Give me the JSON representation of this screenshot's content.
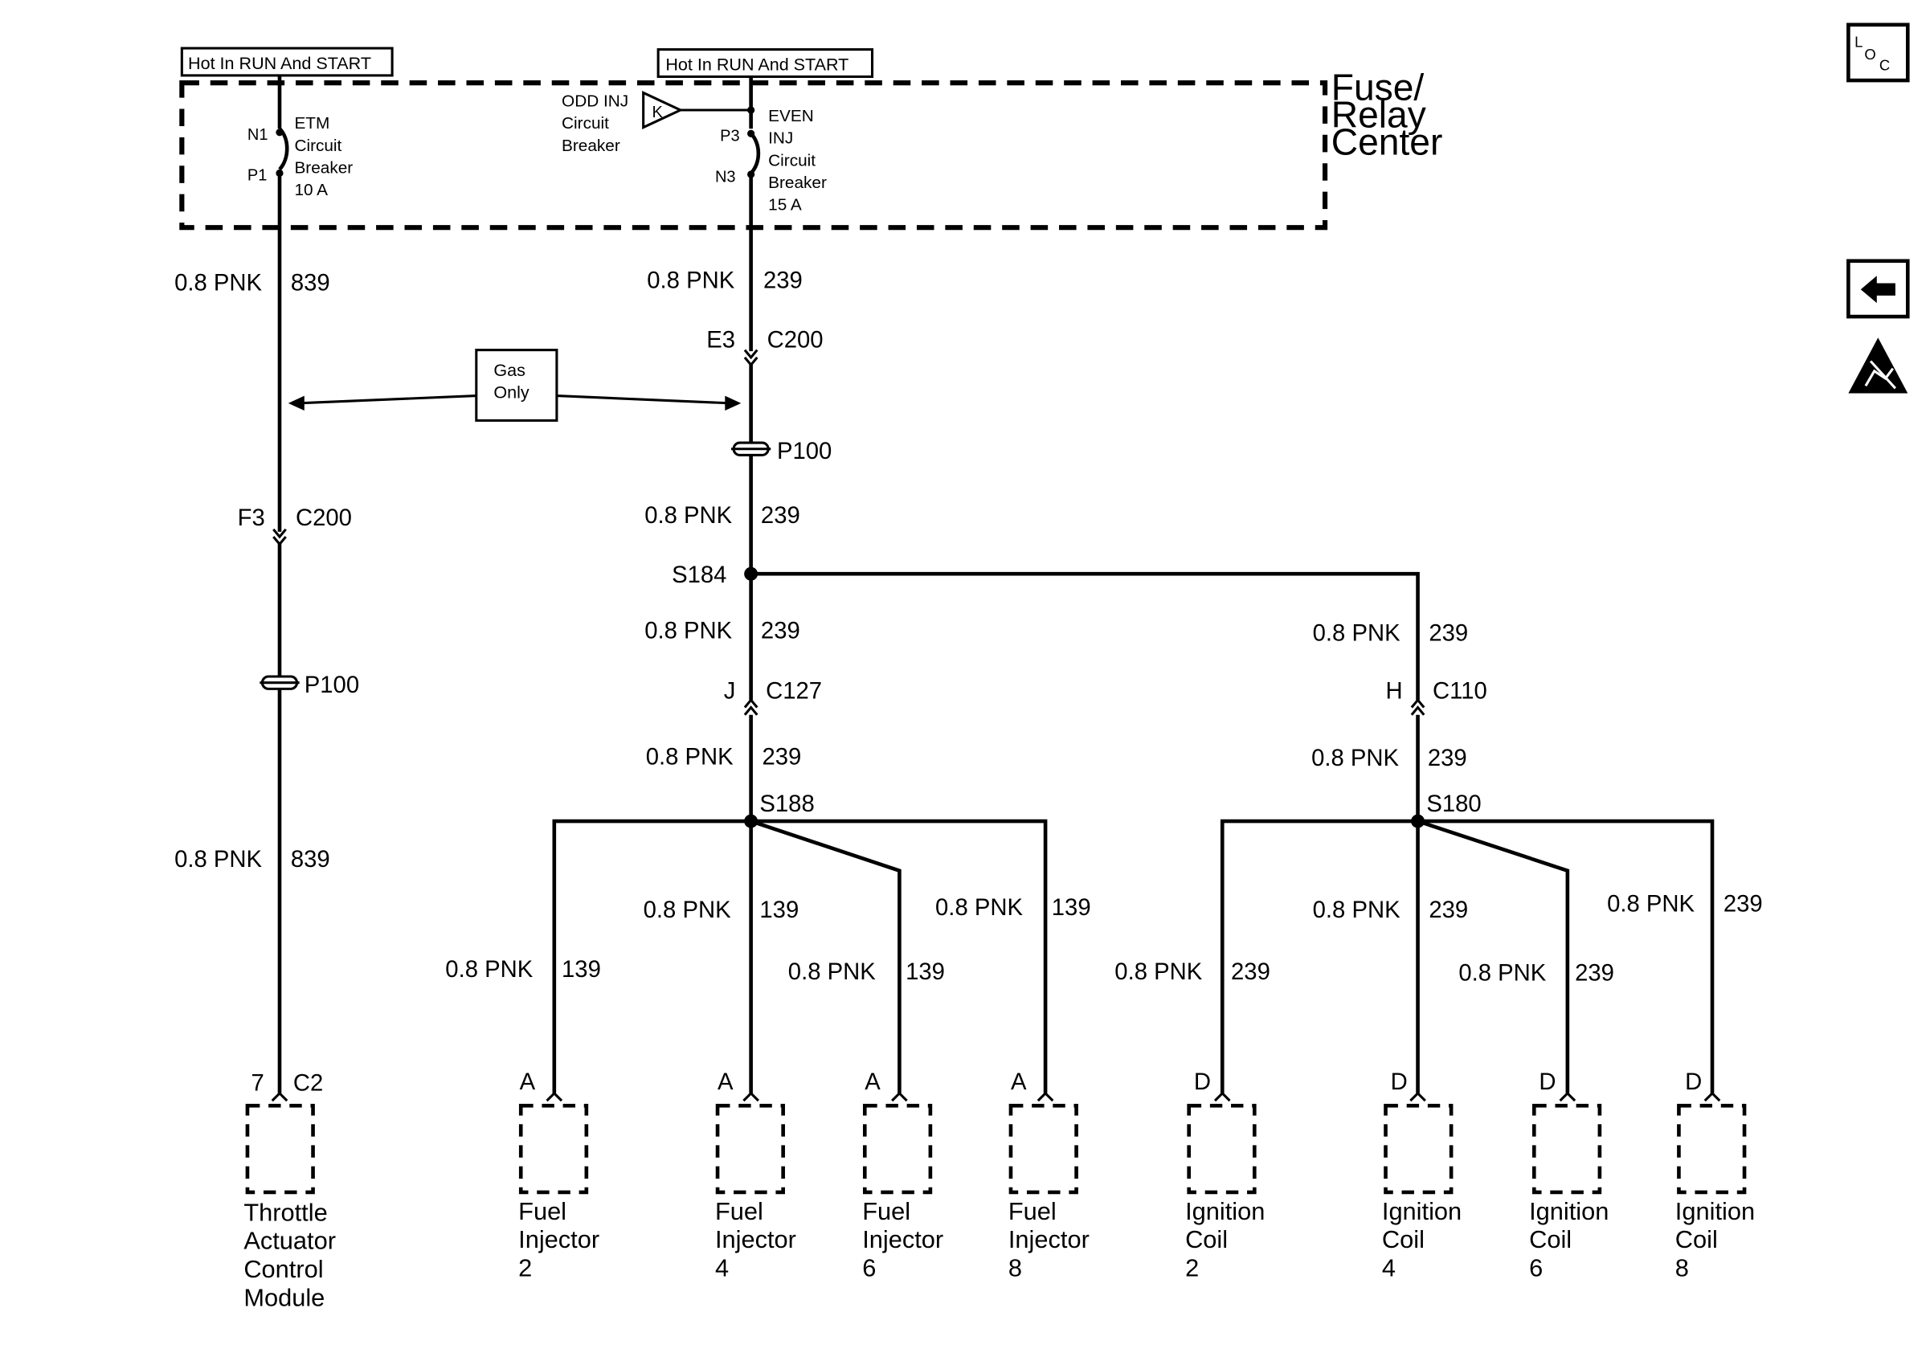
{
  "diagram": {
    "power_left": "Hot In RUN And START",
    "power_right": "Hot In RUN And START",
    "fuse_relay_center": [
      "Fuse/",
      "Relay",
      "Center"
    ],
    "etm_breaker": {
      "pin_in": "N1",
      "pin_out": "P1",
      "lines": [
        "ETM",
        "Circuit",
        "Breaker",
        "10 A"
      ]
    },
    "odd_inj_breaker": {
      "lines": [
        "ODD INJ",
        "Circuit",
        "Breaker"
      ],
      "connector": "K"
    },
    "even_inj_breaker": {
      "pin_in": "P3",
      "pin_out": "N3",
      "lines": [
        "EVEN",
        "INJ",
        "Circuit",
        "Breaker",
        "15 A"
      ]
    },
    "gas_only": [
      "Gas",
      "Only"
    ],
    "wire_size": "0.8 PNK",
    "circuits": {
      "c839": "839",
      "c239": "239",
      "c139": "139"
    },
    "left_branch": {
      "conn_pin": "F3",
      "conn": "C200",
      "splice_pack": "P100",
      "module_pin": "7",
      "module_conn": "C2"
    },
    "center_branch": {
      "conn_pin": "E3",
      "conn": "C200",
      "splice_pack": "P100",
      "splice_top": "S184",
      "conn2_pin": "J",
      "conn2": "C127",
      "splice_bottom": "S188"
    },
    "right_branch": {
      "conn_pin": "H",
      "conn": "C110",
      "splice": "S180"
    },
    "fuel_injectors": [
      {
        "pin": "A",
        "lines": [
          "Fuel",
          "Injector",
          "2"
        ]
      },
      {
        "pin": "A",
        "lines": [
          "Fuel",
          "Injector",
          "4"
        ]
      },
      {
        "pin": "A",
        "lines": [
          "Fuel",
          "Injector",
          "6"
        ]
      },
      {
        "pin": "A",
        "lines": [
          "Fuel",
          "Injector",
          "8"
        ]
      }
    ],
    "ignition_coils": [
      {
        "pin": "D",
        "lines": [
          "Ignition",
          "Coil",
          "2"
        ]
      },
      {
        "pin": "D",
        "lines": [
          "Ignition",
          "Coil",
          "4"
        ]
      },
      {
        "pin": "D",
        "lines": [
          "Ignition",
          "Coil",
          "6"
        ]
      },
      {
        "pin": "D",
        "lines": [
          "Ignition",
          "Coil",
          "8"
        ]
      }
    ],
    "throttle_module": [
      "Throttle",
      "Actuator",
      "Control",
      "Module"
    ]
  },
  "sidebar": {
    "loc_icon": "location-icon",
    "back_icon": "back-arrow-icon",
    "esd_icon": "esd-warning-icon"
  }
}
